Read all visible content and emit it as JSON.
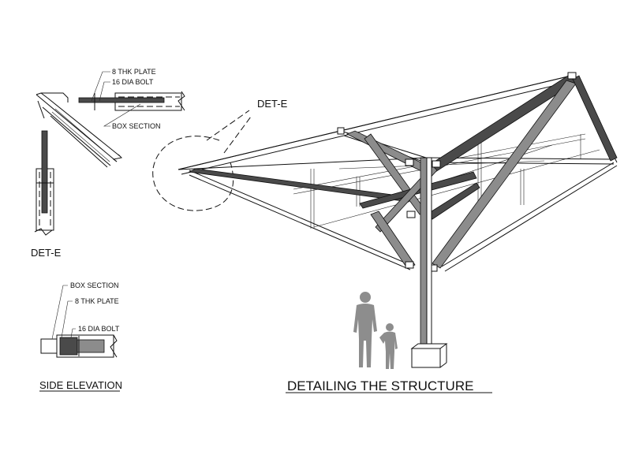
{
  "detail_e": {
    "labels": {
      "plate": "8 THK PLATE",
      "bolt": "16 DIA BOLT",
      "box_section": "BOX SECTION"
    },
    "title": "DET-E"
  },
  "side_elevation": {
    "labels": {
      "box_section": "BOX SECTION",
      "plate": "8 THK PLATE",
      "bolt": "16 DIA BOLT"
    },
    "title": "SIDE ELEVATION"
  },
  "structure": {
    "callout": "DET-E",
    "title": "DETAILING THE STRUCTURE"
  },
  "colors": {
    "line": "#111111",
    "dark_fill": "#4a4a4a",
    "mid_fill": "#8c8c8c",
    "silhouette": "#8d8d8d",
    "background": "#ffffff"
  }
}
